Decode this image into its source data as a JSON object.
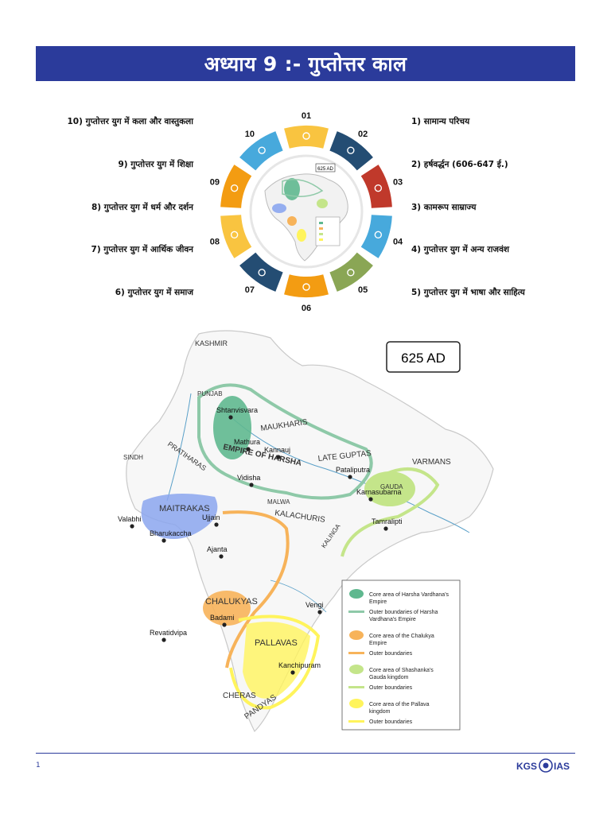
{
  "header": {
    "title": "अध्याय 9 :- गुप्तोत्तर काल"
  },
  "topics": {
    "right": [
      "1) सामान्य परिचय",
      "2) हर्षवर्द्धन (606-647 ई.)",
      "3) कामरूप साम्राज्य",
      "4) गुप्तोत्तर युग में अन्य राजवंश",
      "5) गुप्तोत्तर युग में भाषा और साहित्य"
    ],
    "left": [
      "10) गुप्तोत्तर युग में कला और वास्तुकला",
      "9) गुप्तोत्तर युग में शिक्षा",
      "8) गुप्तोत्तर युग में धर्म और दर्शन",
      "7) गुप्तोत्तर युग में आर्थिक जीवन",
      "6) गुप्तोत्तर युग में समाज"
    ]
  },
  "wheel": {
    "numbers": [
      "01",
      "02",
      "03",
      "04",
      "05",
      "06",
      "07",
      "08",
      "09",
      "10"
    ],
    "colors": [
      "#f9c440",
      "#244d73",
      "#c0392b",
      "#47a9dc",
      "#8aa655",
      "#f39c12",
      "#244d73",
      "#f9c440",
      "#f39c12",
      "#47a9dc"
    ],
    "icons": [
      "bulb-icon",
      "search-icon",
      "hourglass-icon",
      "target-icon",
      "database-icon",
      "gear-icon",
      "bulb-icon",
      "chart-icon",
      "chart-icon",
      "eye-icon"
    ],
    "mini_map_label": "625 AD"
  },
  "map": {
    "date_label": "625 AD",
    "regions": [
      "KASHMIR",
      "PUNJAB",
      "SINDH",
      "PRATIHARAS",
      "MAUKHARIS",
      "EMPIRE OF HARSHA",
      "LATE GUPTAS",
      "MALWA",
      "VARMANS",
      "GAUDA",
      "MAITRAKAS",
      "KALACHURIS",
      "KALINGA",
      "CHALUKYAS",
      "PALLAVAS",
      "CHERAS",
      "PANDYAS"
    ],
    "cities": [
      "Shtanvisvara",
      "Mathura",
      "Kannauj",
      "Pataliputra",
      "Vidisha",
      "Karnasubarna",
      "Valabhi",
      "Ujjain",
      "Bharukaccha",
      "Tamralipti",
      "Ajanta",
      "Vengi",
      "Revatidvipa",
      "Badami",
      "Kanchipuram"
    ],
    "legend": [
      {
        "lines": [
          "Core area of Harsha Vardhana's",
          "Empire"
        ],
        "color": "#5fb88f"
      },
      {
        "lines": [
          "Outer boundaries of Harsha",
          "Vardhana's Empire"
        ],
        "color": "#8ec9a8"
      },
      {
        "lines": [
          "Core area of the Chalukya",
          "Empire"
        ],
        "color": "#f7b35a"
      },
      {
        "lines": [
          "Outer boundaries"
        ],
        "color": "#f7b35a"
      },
      {
        "lines": [
          "Core area of Shashanka's",
          "Gauda kingdom"
        ],
        "color": "#c4e58a"
      },
      {
        "lines": [
          "Outer boundaries"
        ],
        "color": "#c4e58a"
      },
      {
        "lines": [
          "Core area of the Pallava",
          "kingdom"
        ],
        "color": "#fff45c"
      },
      {
        "lines": [
          "Outer boundaries"
        ],
        "color": "#fff45c"
      }
    ]
  },
  "footer": {
    "page_number": "1",
    "logo_left": "KGS",
    "logo_right": "IAS"
  }
}
